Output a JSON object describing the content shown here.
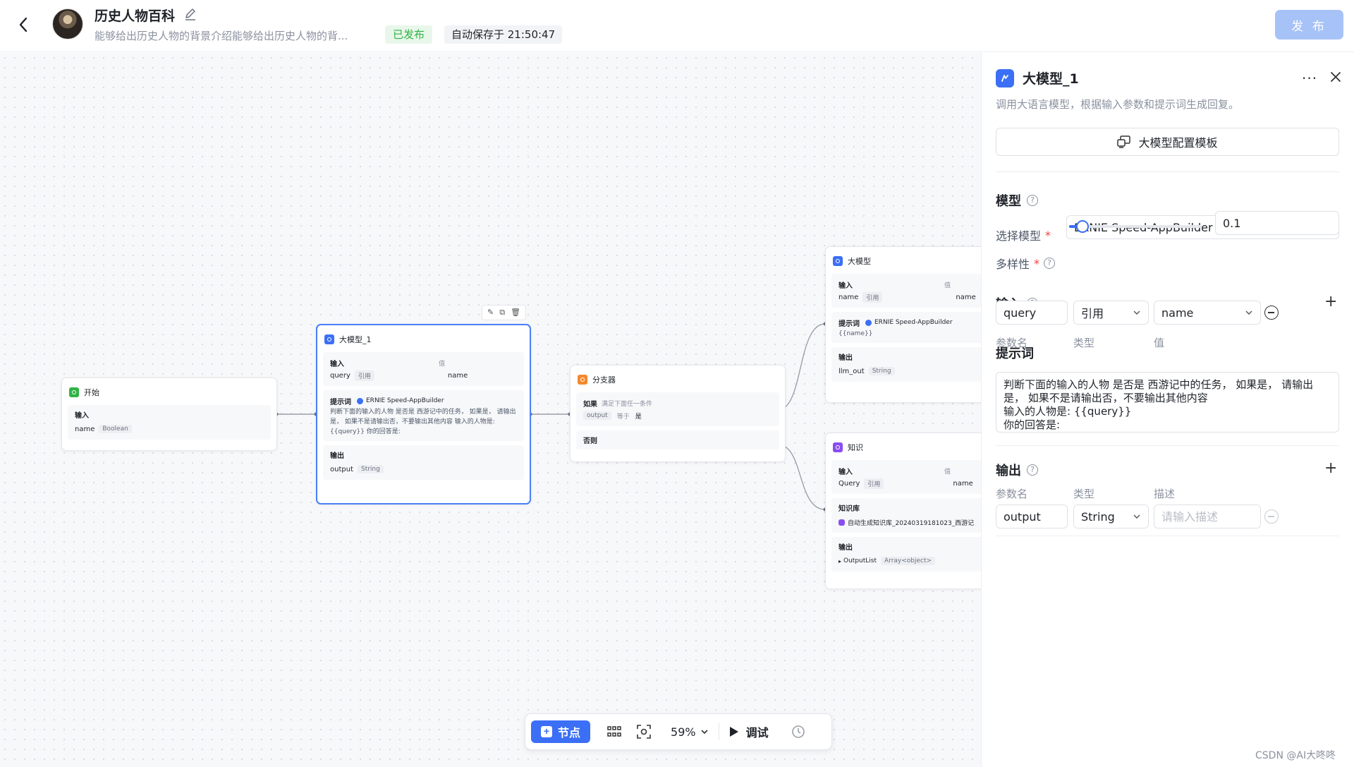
{
  "header": {
    "app_title": "历史人物百科",
    "app_desc": "能够给出历史人物的背景介绍能够给出历史人物的背...",
    "status": "已发布",
    "autosave": "自动保存于 21:50:47",
    "publish_label": "发 布"
  },
  "canvas": {
    "start_node": {
      "title": "开始",
      "input_label": "输入",
      "param": "name",
      "type": "Boolean"
    },
    "llm_node": {
      "title": "大模型_1",
      "input_label": "输入",
      "value_col": "值",
      "param": "query",
      "ref": "引用",
      "value": "name",
      "prompt_label": "提示词",
      "model": "ERNIE Speed-AppBuilder",
      "prompt": "判断下面的输入的人物 是否是 西游记中的任务， 如果是， 请输出是， 如果不是请输出否，不要输出其他内容 输入的人物是: {{query}} 你的回答是:",
      "output_label": "输出",
      "output": "output",
      "output_type": "String"
    },
    "branch_node": {
      "title": "分支器",
      "if_label": "如果",
      "if_desc": "满足下面任一条件",
      "cond_var": "output",
      "cond_op": "等于",
      "cond_val": "是",
      "else_label": "否则"
    },
    "llm2_node": {
      "title": "大模型",
      "input_label": "输入",
      "value_col": "值",
      "param": "name",
      "ref": "引用",
      "value": "name",
      "prompt_label": "提示词",
      "model": "ERNIE Speed-AppBuilder",
      "prompt": "{{name}}",
      "output_label": "输出",
      "output": "llm_out",
      "output_type": "String"
    },
    "kb_node": {
      "title": "知识",
      "input_label": "输入",
      "value_col": "值",
      "param": "Query",
      "ref": "引用",
      "value": "name",
      "kb_label": "知识库",
      "kb_name": "自动生成知识库_20240319181023_西游记",
      "output_label": "输出",
      "output": "OutputList",
      "output_type": "Array<object>"
    }
  },
  "toolbar": {
    "node_label": "节点",
    "zoom": "59%",
    "debug_label": "调试"
  },
  "panel": {
    "title": "大模型_1",
    "desc": "调用大语言模型，根据输入参数和提示词生成回复。",
    "template_btn": "大模型配置模板",
    "model_section": "模型",
    "select_model_label": "选择模型",
    "model_value": "ERNIE Speed-AppBuilder",
    "diversity_label": "多样性",
    "diversity_value": "0.1",
    "diversity_fraction": 0.1,
    "input_section": "输入",
    "col_param": "参数名",
    "col_type": "类型",
    "col_value": "值",
    "input_row": {
      "param": "query",
      "type": "引用",
      "value": "name"
    },
    "prompt_section": "提示词",
    "prompt_text": "判断下面的输入的人物 是否是 西游记中的任务， 如果是， 请输出是， 如果不是请输出否，不要输出其他内容\n输入的人物是: {{query}}\n你的回答是:",
    "output_section": "输出",
    "col_desc": "描述",
    "output_row": {
      "param": "output",
      "type": "String",
      "desc_placeholder": "请输入描述"
    }
  },
  "watermark": "CSDN @AI大咚咚",
  "colors": {
    "accent": "#3b6ff5",
    "published": "#2fb344",
    "publish_btn": "#a7c2f7"
  }
}
